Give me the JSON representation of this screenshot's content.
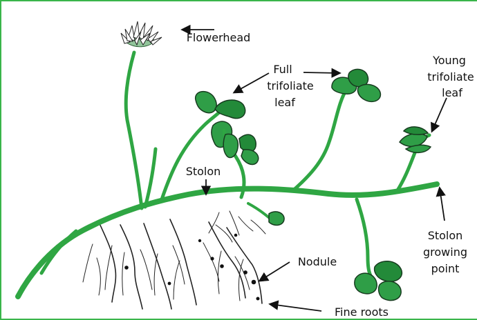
{
  "diagram": {
    "labels": {
      "flowerhead": "Flowerhead",
      "full_trifoliate_line1": "Full",
      "full_trifoliate_line2": "trifoliate",
      "full_trifoliate_line3": "leaf",
      "young_trifoliate_line1": "Young",
      "young_trifoliate_line2": "trifoliate",
      "young_trifoliate_line3": "leaf",
      "stolon": "Stolon",
      "stolon_growing_line1": "Stolon",
      "stolon_growing_line2": "growing",
      "stolon_growing_line3": "point",
      "nodule": "Nodule",
      "fine_roots": "Fine roots"
    },
    "colors": {
      "frame": "#39b54a",
      "stem": "#2fa643",
      "leaf": "#2f9e47",
      "leaf_outline": "#173b1f",
      "root": "#222222",
      "text": "#111111"
    }
  }
}
